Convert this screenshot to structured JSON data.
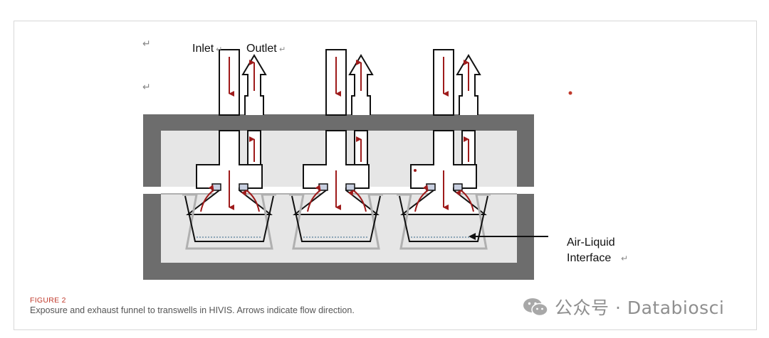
{
  "diagram": {
    "inlet_label": "Inlet",
    "outlet_label": "Outlet",
    "interface_label_line1": "Air-Liquid",
    "interface_label_line2": "Interface",
    "return_mark": "↵",
    "colors": {
      "housing": "#6d6d6d",
      "chamber": "#e6e6e6",
      "arrow": "#9e1b1b",
      "outline": "#111111",
      "membrane": "#b0b0b0",
      "liquid_line": "#6e8fa8"
    }
  },
  "figure": {
    "label": "FIGURE 2",
    "caption": "Exposure and exhaust funnel to transwells in HIVIS. Arrows indicate flow direction."
  },
  "watermark": {
    "icon": "wechat-icon",
    "text": "公众号 · Databiosci"
  }
}
